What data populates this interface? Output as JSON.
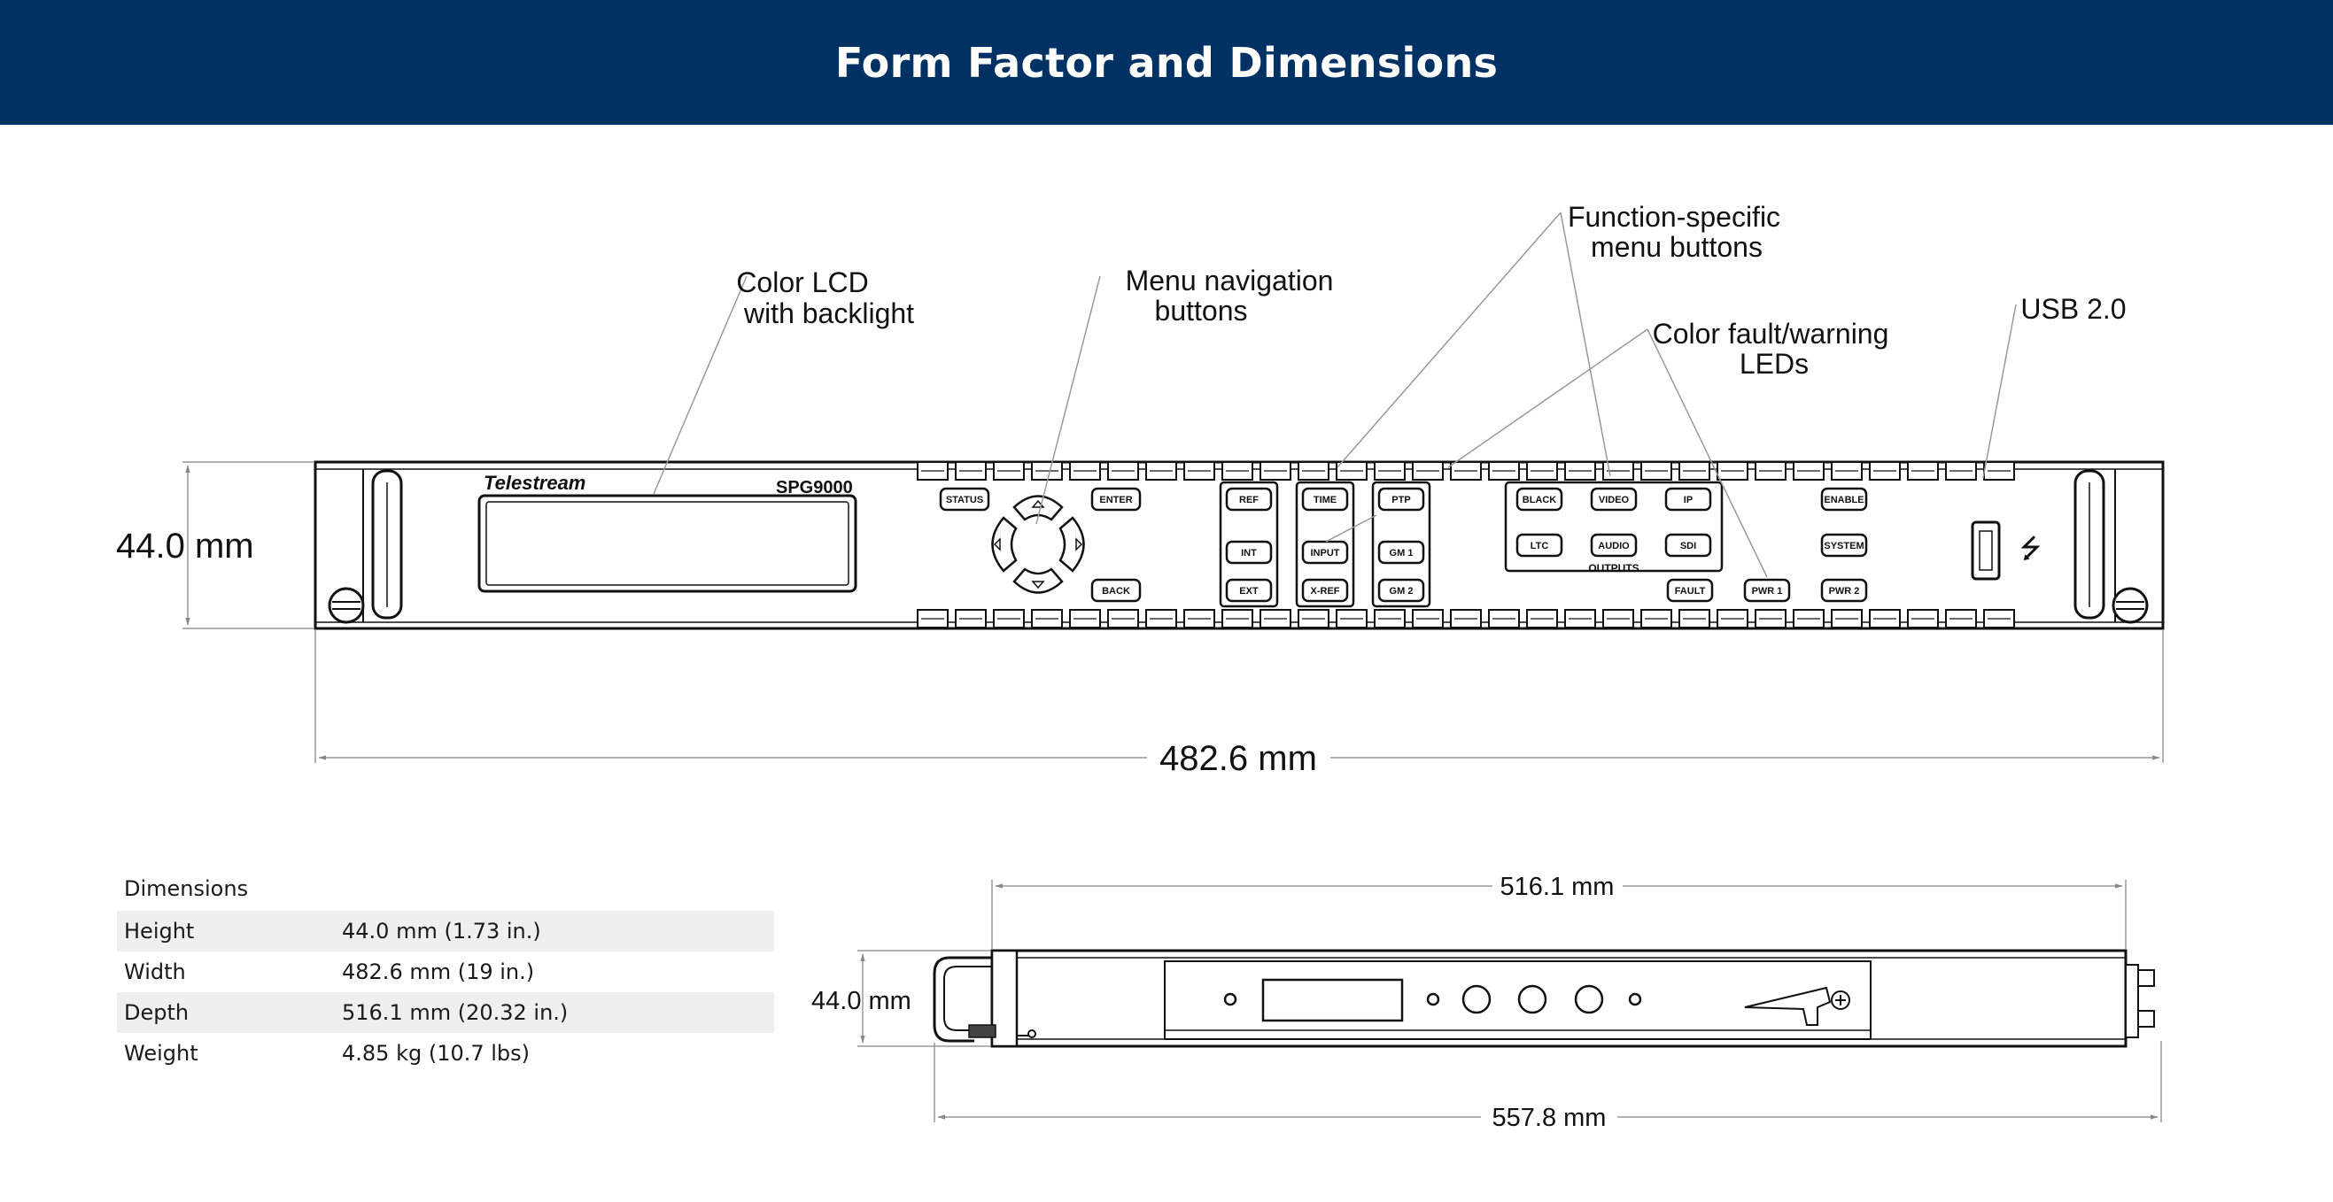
{
  "header": {
    "title": "Form Factor and Dimensions"
  },
  "front_view": {
    "brand": "Telestream",
    "model": "SPG9000",
    "callouts": {
      "lcd": [
        "Color LCD",
        "with backlight"
      ],
      "nav": [
        "Menu navigation",
        "buttons"
      ],
      "function": [
        "Function-specific",
        "menu buttons"
      ],
      "leds": [
        "Color fault/warning",
        "LEDs"
      ],
      "usb": [
        "USB 2.0"
      ]
    },
    "buttons": {
      "status": "STATUS",
      "enter": "ENTER",
      "back": "BACK",
      "ref": "REF",
      "int": "INT",
      "ext": "EXT",
      "time": "TIME",
      "input": "INPUT",
      "xref": "X-REF",
      "ptp": "PTP",
      "gm1": "GM 1",
      "gm2": "GM 2",
      "black": "BLACK",
      "video": "VIDEO",
      "ip": "IP",
      "ltc": "LTC",
      "audio": "AUDIO",
      "sdi": "SDI",
      "outputs": "OUTPUTS",
      "enable": "ENABLE",
      "system": "SYSTEM",
      "fault": "FAULT",
      "pwr1": "PWR 1",
      "pwr2": "PWR 2"
    },
    "height_dim": "44.0 mm",
    "width_dim": "482.6 mm"
  },
  "side_view": {
    "depth_dim": "516.1 mm",
    "height_dim": "44.0 mm",
    "overall_dim": "557.8 mm"
  },
  "dimensions_table": {
    "title": "Dimensions",
    "rows": [
      {
        "label": "Height",
        "value": "44.0 mm (1.73 in.)"
      },
      {
        "label": "Width",
        "value": "482.6 mm (19 in.)"
      },
      {
        "label": "Depth",
        "value": "516.1 mm (20.32 in.)"
      },
      {
        "label": "Weight",
        "value": "4.85 kg (10.7 lbs)"
      }
    ]
  }
}
